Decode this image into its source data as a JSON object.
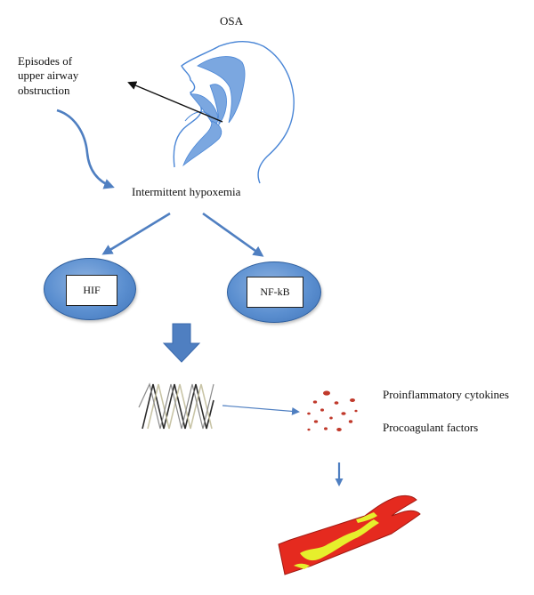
{
  "labels": {
    "title": "OSA",
    "episodes": [
      "Episodes of",
      "upper airway",
      "obstruction"
    ],
    "hypoxemia": "Intermittent hypoxemia",
    "hif": "HIF",
    "nfkb": "NF-kB",
    "cytokines": "Proinflammatory cytokines",
    "procoagulant": "Procoagulant factors"
  },
  "colors": {
    "arrow_blue": "#4f7fc1",
    "head_outline": "#4a86d6",
    "airway_fill": "#7ba7e0",
    "particle_red": "#c0392b",
    "vessel_red": "#e52a1f",
    "plaque_yellow": "#e6ef2c"
  }
}
